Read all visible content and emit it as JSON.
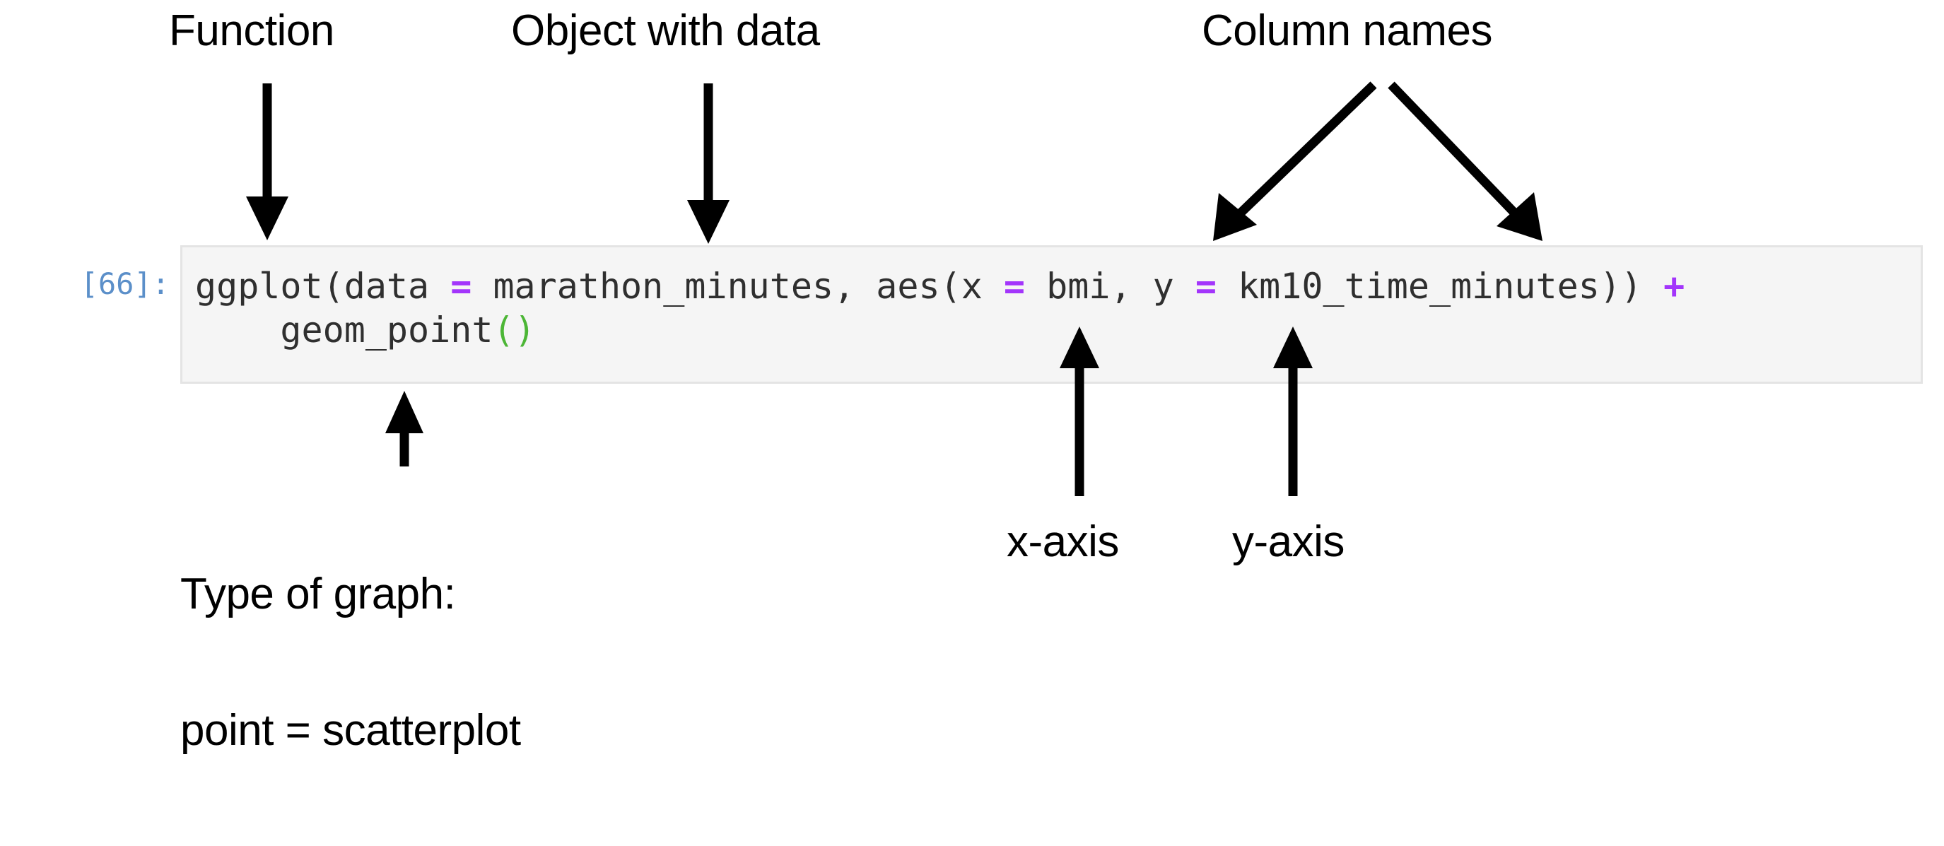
{
  "notebook": {
    "prompt": "[66]:",
    "code_line_1": {
      "seg1": "ggplot(data ",
      "op1": "=",
      "seg2": " marathon_minutes, aes(x ",
      "op2": "=",
      "seg3": " bmi, y ",
      "op3": "=",
      "seg4": " km10_time_minutes)) ",
      "op4": "+"
    },
    "code_line_2": {
      "seg1": "    geom_point",
      "parens": "()"
    },
    "code_full": "ggplot(data = marathon_minutes, aes(x = bmi, y = km10_time_minutes)) +\n    geom_point()"
  },
  "annotations": {
    "function": "Function",
    "object_with_data": "Object with data",
    "column_names": "Column names",
    "type_of_graph_line1": "Type of graph:",
    "type_of_graph_line2": "point = scatterplot",
    "x_axis": "x-axis",
    "y_axis": "y-axis"
  },
  "colors": {
    "operator_purple": "#a335fb",
    "paren_green": "#4cb636",
    "prompt_blue": "#5b8fc9",
    "code_text": "#2f2f2f",
    "cell_background": "#f5f5f5",
    "cell_border": "#e4e4e4",
    "arrow": "#000000",
    "page_background": "#ffffff"
  }
}
